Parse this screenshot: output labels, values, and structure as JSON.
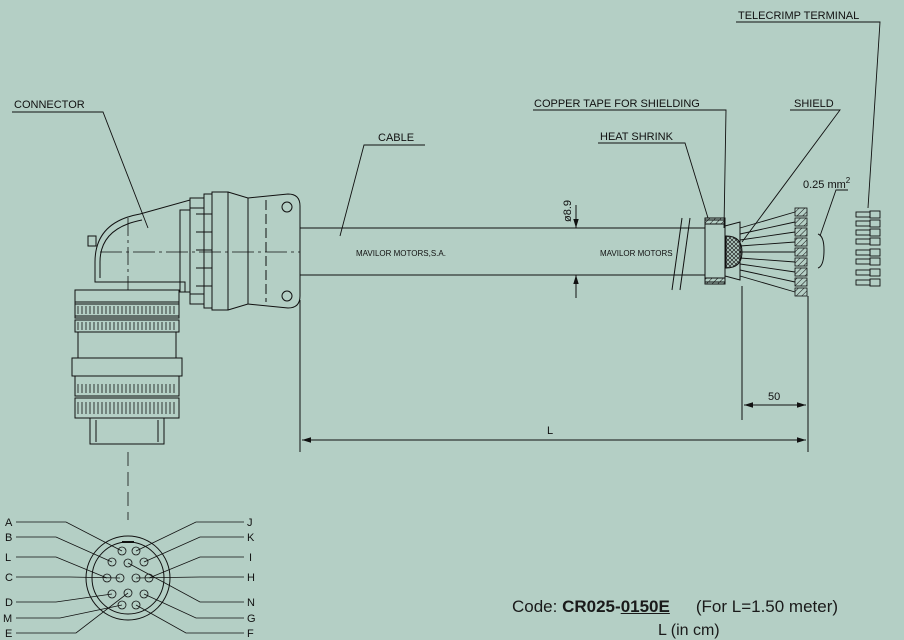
{
  "labels": {
    "telecrimp": "TELECRIMP TERMINAL",
    "connector": "CONNECTOR",
    "cable": "CABLE",
    "copper_tape": "COPPER TAPE FOR SHIELDING",
    "heat_shrink": "HEAT SHRINK",
    "shield": "SHIELD",
    "wire_size": "0.25 mm",
    "wire_size_sup": "2",
    "diameter": "ø8.9",
    "cable_print_1": "MAVILOR  MOTORS,S.A.",
    "cable_print_2": "MAVILOR  MOTORS",
    "dim_50": "50",
    "dim_L": "L"
  },
  "pins_left": [
    "A",
    "B",
    "L",
    "C",
    "D",
    "M",
    "E"
  ],
  "pins_right": [
    "J",
    "K",
    "I",
    "H",
    "N",
    "G",
    "F"
  ],
  "code": {
    "prefix": "Code: ",
    "part1": "CR025-",
    "part2": "0150E",
    "note": "(For L=1.50 meter)",
    "sub": "L (in cm)"
  }
}
